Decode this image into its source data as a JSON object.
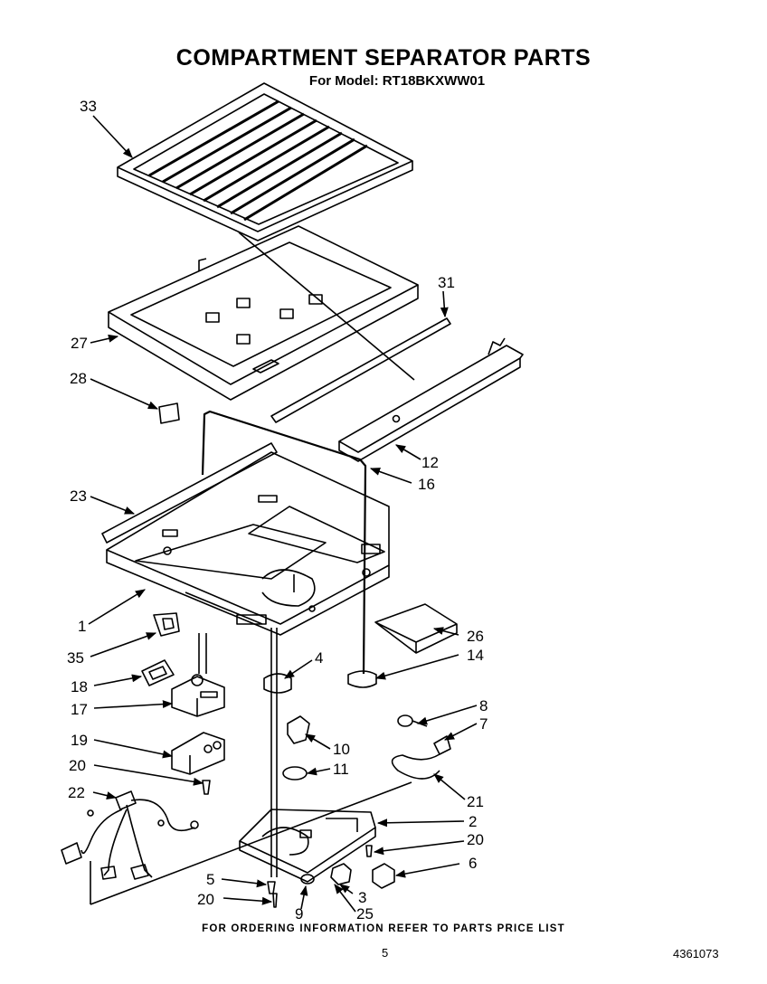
{
  "header": {
    "title": "COMPARTMENT SEPARATOR PARTS",
    "model": "For Model: RT18BKXWW01"
  },
  "footer": {
    "ordering_note": "FOR ORDERING INFORMATION REFER TO PARTS PRICE LIST",
    "page_number": "5",
    "document_number": "4361073"
  },
  "callouts": {
    "c33": "33",
    "c31": "31",
    "c27": "27",
    "c28": "28",
    "c12": "12",
    "c16": "16",
    "c23": "23",
    "c1": "1",
    "c26": "26",
    "c35": "35",
    "c4": "4",
    "c14": "14",
    "c18": "18",
    "c17": "17",
    "c8": "8",
    "c7": "7",
    "c19": "19",
    "c10": "10",
    "c11": "11",
    "c20a": "20",
    "c21": "21",
    "c22": "22",
    "c2": "2",
    "c20b": "20",
    "c6": "6",
    "c5": "5",
    "c3": "3",
    "c20c": "20",
    "c9": "9",
    "c25": "25"
  }
}
